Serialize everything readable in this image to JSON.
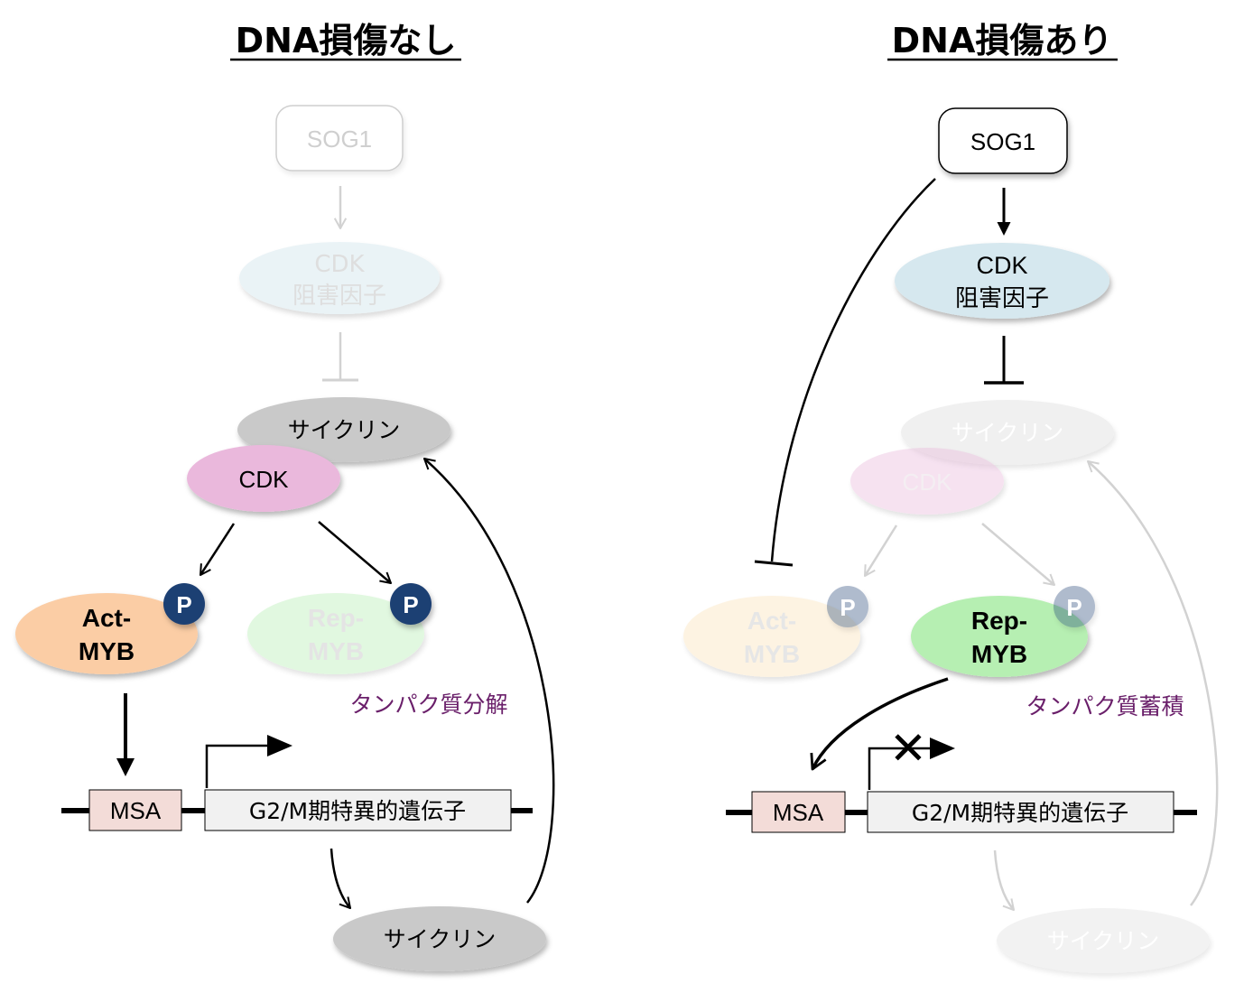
{
  "colors": {
    "cdk_inhibitor_fill": "#d6e8ef",
    "cyclin_fill": "#c9c9c9",
    "cdk_fill": "#eab8dc",
    "act_myb_fill": "#fbcda5",
    "rep_myb_fill": "#b6efb2",
    "phospho_badge": "#1e3f73",
    "msa_fill": "#f3dcd8",
    "gene_fill": "#f1f1f1",
    "annotation_text": "#6a1f6a"
  },
  "left_panel": {
    "title": "DNA損傷なし",
    "sog1": "SOG1",
    "cdk_inhibitor": [
      "CDK",
      "阻害因子"
    ],
    "cyclin": "サイクリン",
    "cdk": "CDK",
    "act_myb": [
      "Act-",
      "MYB"
    ],
    "rep_myb": [
      "Rep-",
      "MYB"
    ],
    "phospho_act": "P",
    "phospho_rep": "P",
    "protein_note": "タンパク質分解",
    "msa": "MSA",
    "gene": "G2/M期特異的遺伝子",
    "cyclin_product": "サイクリン"
  },
  "right_panel": {
    "title": "DNA損傷あり",
    "sog1": "SOG1",
    "cdk_inhibitor": [
      "CDK",
      "阻害因子"
    ],
    "cyclin": "サイクリン",
    "cdk": "CDK",
    "act_myb": [
      "Act-",
      "MYB"
    ],
    "rep_myb": [
      "Rep-",
      "MYB"
    ],
    "phospho_act": "P",
    "phospho_rep": "P",
    "protein_note": "タンパク質蓄積",
    "msa": "MSA",
    "gene": "G2/M期特異的遺伝子",
    "cyclin_product": "サイクリン",
    "blocked_mark": "✕"
  }
}
